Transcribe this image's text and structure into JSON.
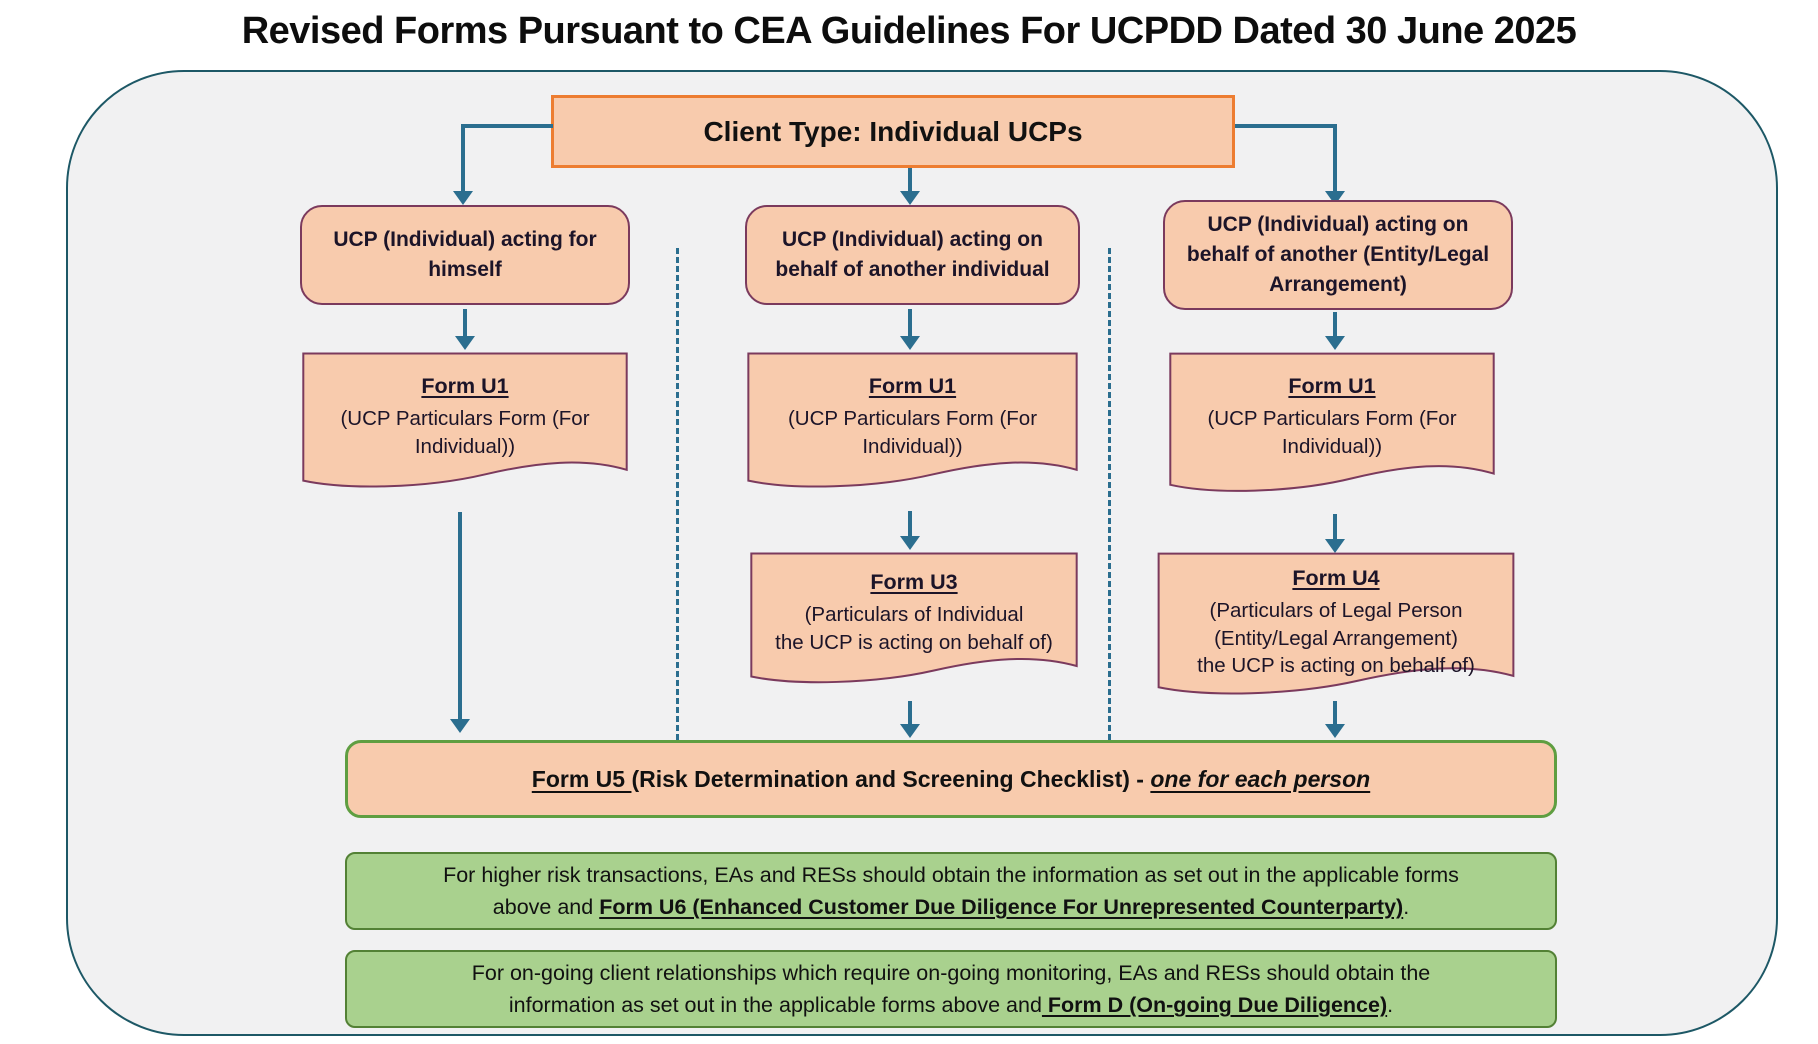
{
  "page": {
    "title": "Revised Forms Pursuant to CEA Guidelines For UCPDD Dated 30 June 2025"
  },
  "root": {
    "label": "Client Type: Individual UCPs"
  },
  "branches": {
    "left": {
      "label": "UCP (Individual) acting for himself"
    },
    "middle": {
      "label": "UCP (Individual) acting on behalf of another individual"
    },
    "right": {
      "label": "UCP (Individual) acting on behalf of another (Entity/Legal Arrangement)"
    }
  },
  "forms": {
    "u1": {
      "title": "Form U1",
      "line1": "(UCP Particulars Form (For",
      "line2": "Individual))"
    },
    "u3": {
      "title": "Form U3",
      "line1": "(Particulars of Individual",
      "line2": "the UCP is acting on behalf of)"
    },
    "u4": {
      "title": "Form U4",
      "line1": "(Particulars of Legal Person",
      "line2": "(Entity/Legal Arrangement)",
      "line3": "the UCP is acting on behalf of)"
    },
    "u5": {
      "title": "Form U5 ",
      "middle": "(Risk Determination and Screening Checklist) - ",
      "emphasis": "one for each person"
    }
  },
  "notes": {
    "higher_risk": {
      "prefix": "For higher risk transactions, EAs and RESs should obtain the information as set out in the applicable forms above and ",
      "emphasis": "Form U6 (Enhanced Customer Due Diligence For Unrepresented Counterparty)",
      "suffix": "."
    },
    "ongoing": {
      "prefix": "For on-going client relationships which require on-going monitoring, EAs and RESs should obtain the information as set out in the applicable forms above and",
      "emphasis": " Form D (On-going Due Diligence)",
      "suffix": "."
    }
  },
  "colors": {
    "peach_fill": "#f8cbad",
    "orange_border": "#ed7d31",
    "plum_border": "#7b3a5d",
    "teal_connector": "#2b6e8f",
    "frame_border": "#1d5866",
    "frame_fill": "#f1f1f2",
    "green_fill": "#a9d18e",
    "green_border": "#538135",
    "u5_border": "#5f9e41"
  }
}
